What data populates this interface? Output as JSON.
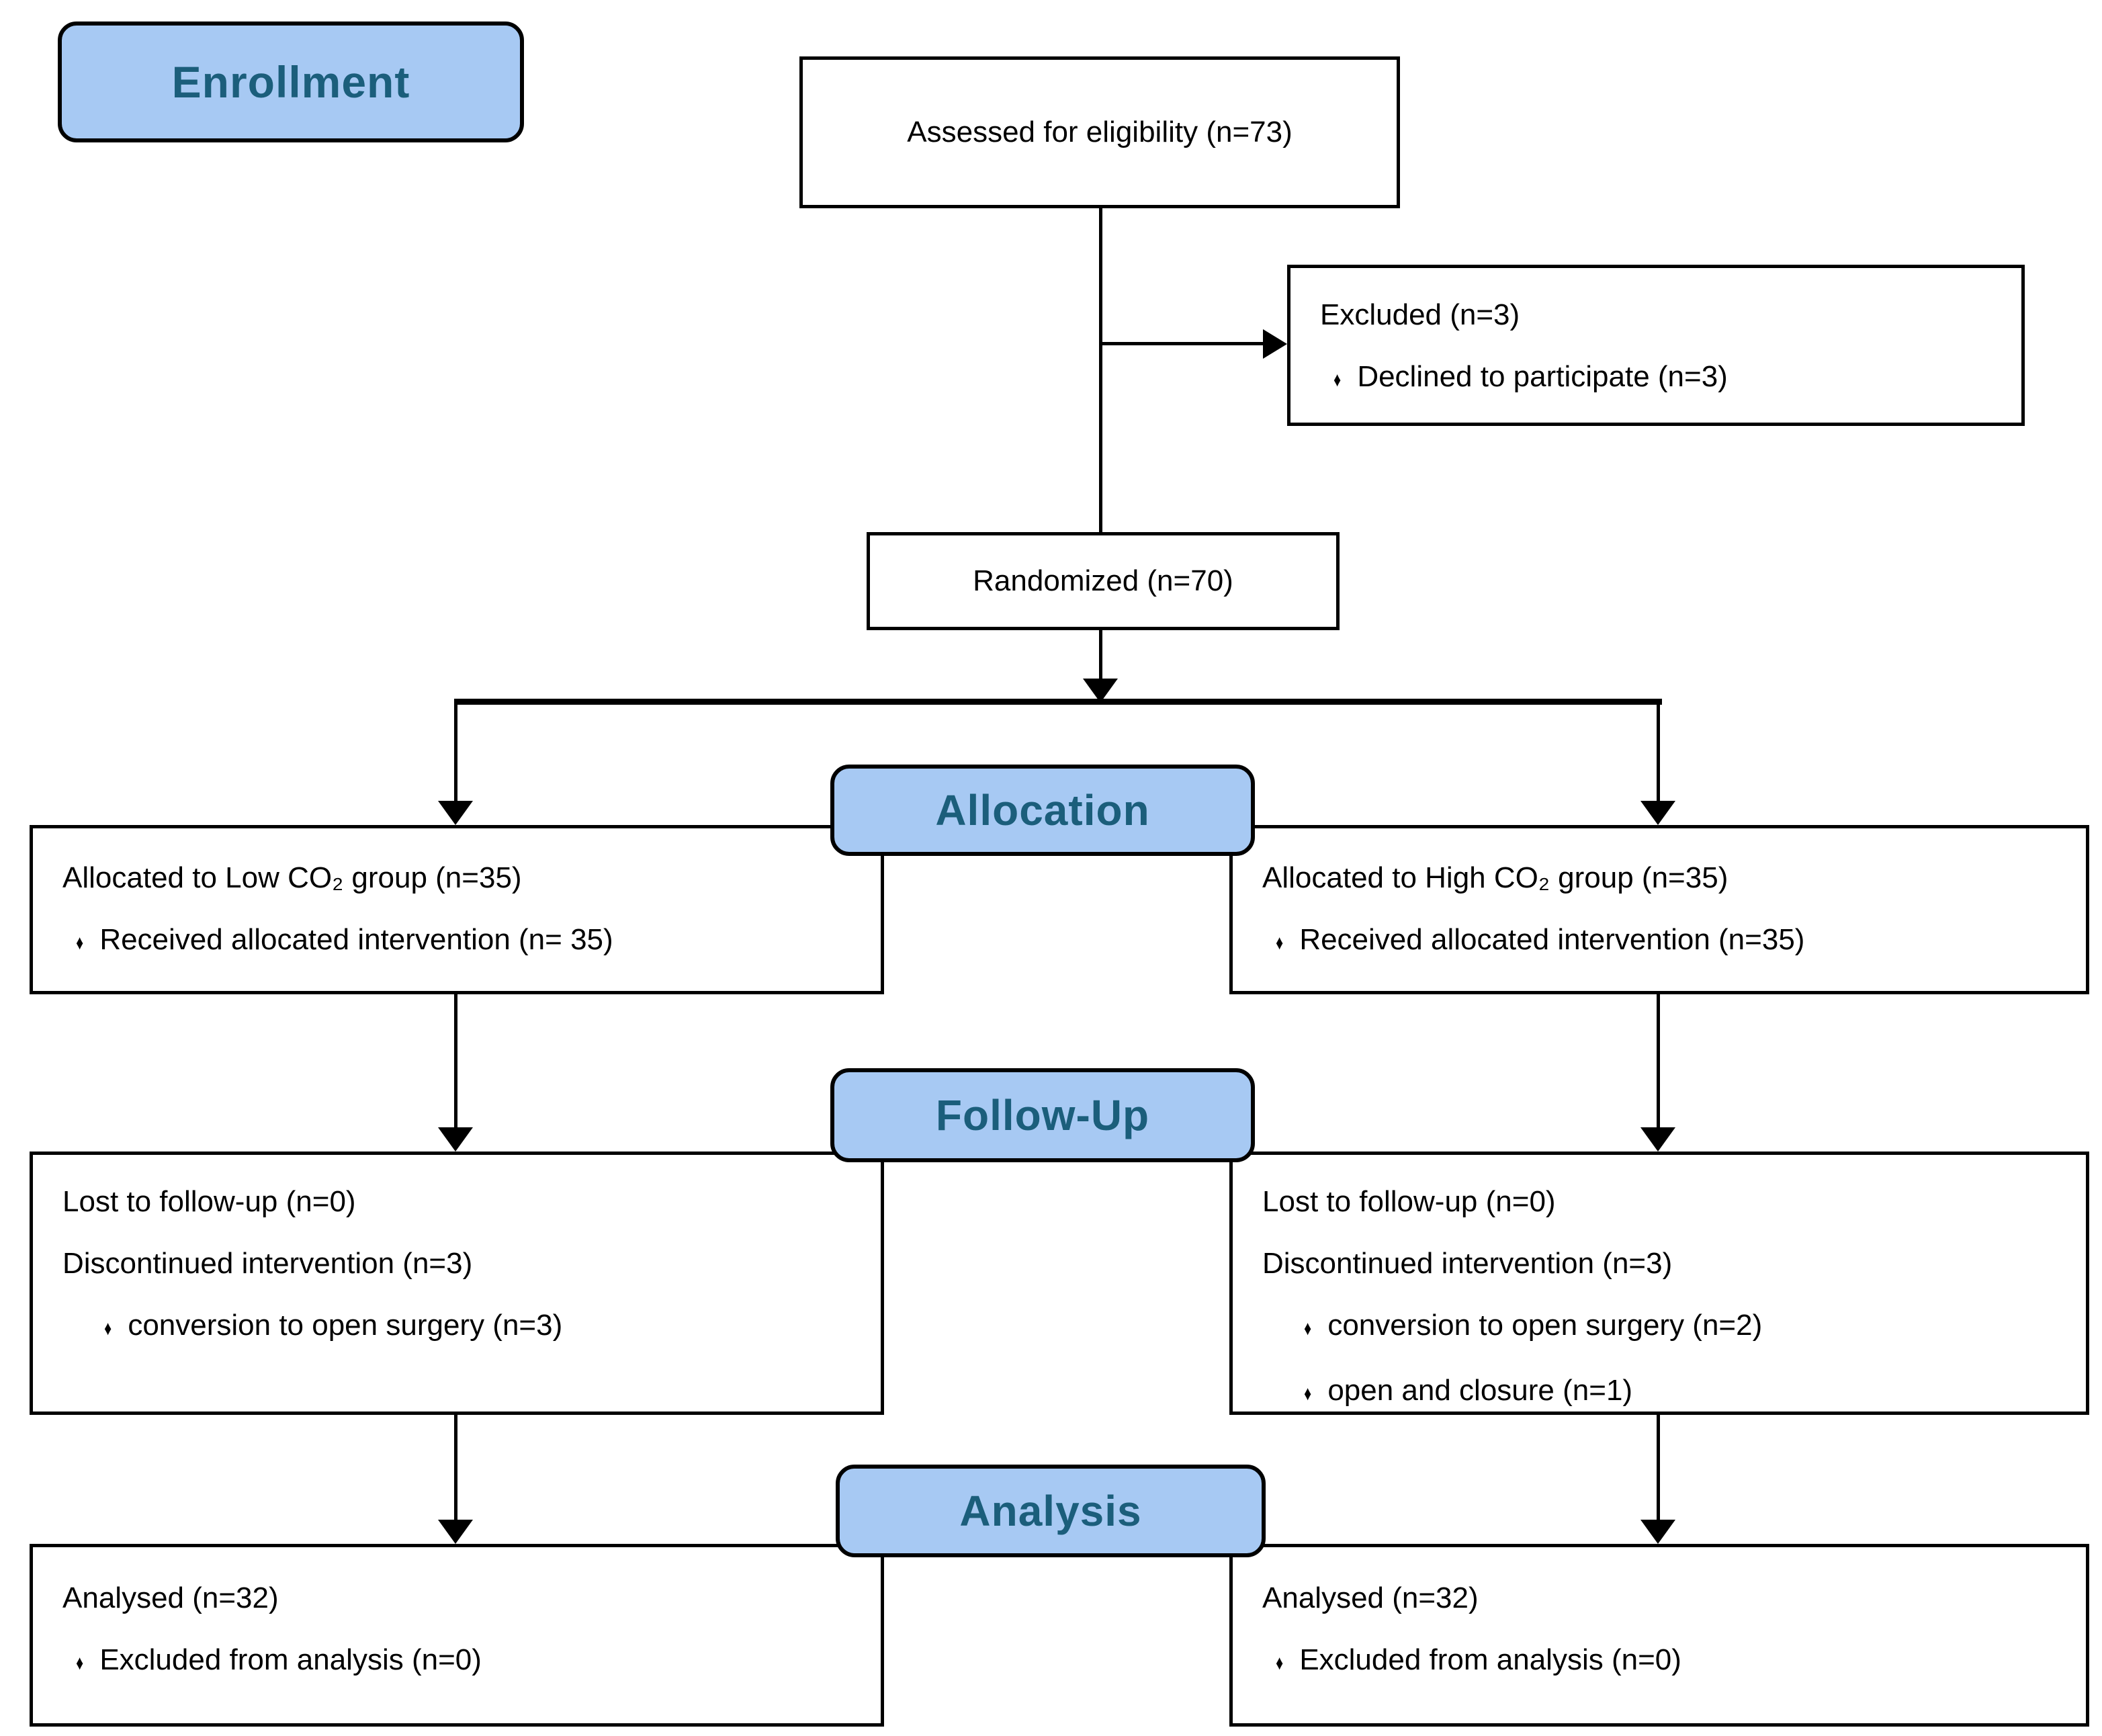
{
  "bullet_glyph": "♦",
  "colors": {
    "badge_fill": "#A7C9F3",
    "badge_text": "#1B5E7B",
    "box_border": "#000000",
    "line": "#000000",
    "background": "#FFFFFF"
  },
  "flow": {
    "enrollment": {
      "stage_label": "Enrollment",
      "assessed": {
        "line": "Assessed for eligibility (n=73)"
      },
      "excluded": {
        "title": "Excluded (n=3)",
        "bullets": [
          "Declined to participate (n=3)"
        ]
      },
      "randomized": {
        "line": "Randomized (n=70)"
      }
    },
    "allocation": {
      "stage_label": "Allocation",
      "left": {
        "title": "Allocated to Low CO₂ group (n=35)",
        "bullets": [
          "Received allocated intervention (n= 35)"
        ]
      },
      "right": {
        "title": "Allocated to High CO₂ group (n=35)",
        "bullets": [
          "Received allocated intervention (n=35)"
        ]
      }
    },
    "followup": {
      "stage_label": "Follow-Up",
      "left": {
        "lines": [
          "Lost to follow-up (n=0)",
          "Discontinued intervention (n=3)"
        ],
        "bullets": [
          "conversion to open surgery (n=3)"
        ]
      },
      "right": {
        "lines": [
          "Lost to follow-up (n=0)",
          "Discontinued intervention (n=3)"
        ],
        "bullets": [
          "conversion to open surgery (n=2)",
          "open and closure (n=1)"
        ]
      }
    },
    "analysis": {
      "stage_label": "Analysis",
      "left": {
        "title": "Analysed (n=32)",
        "bullets": [
          "Excluded from analysis (n=0)"
        ]
      },
      "right": {
        "title": "Analysed (n=32)",
        "bullets": [
          "Excluded from analysis (n=0)"
        ]
      }
    }
  }
}
